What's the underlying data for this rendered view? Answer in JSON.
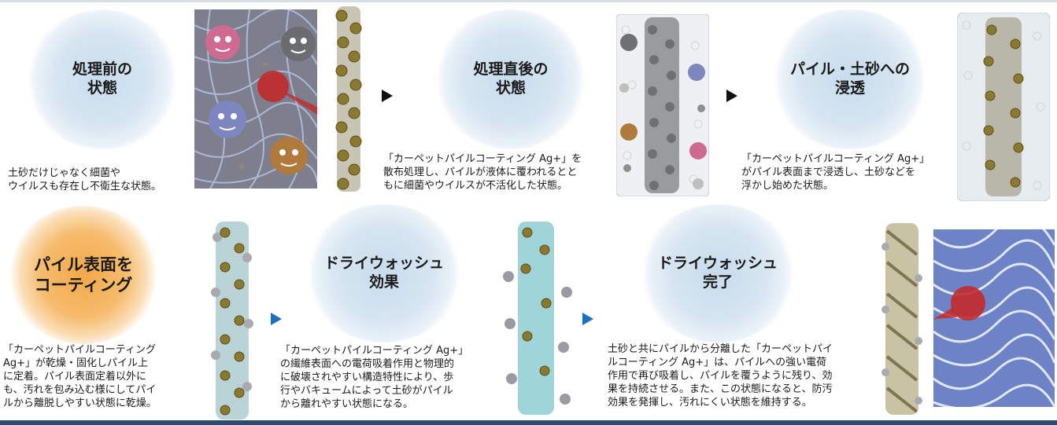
{
  "steps": [
    {
      "title_line1": "処理前の",
      "title_line2": "状態",
      "caption": "土砂だけじゃなく細菌や\nウイルスも存在し不衛生な状態。"
    },
    {
      "title_line1": "処理直後の",
      "title_line2": "状態",
      "caption": "「カーペットパイルコーティング Ag+」を\n散布処理し、パイルが液体に覆われるとと\nもに細菌やウイルスが不活化した状態。"
    },
    {
      "title_line1": "パイル・土砂への",
      "title_line2": "浸透",
      "caption": "「カーペットパイルコーティング Ag+」\nがパイル表面まで浸透し、土砂などを\n浮かし始めた状態。"
    },
    {
      "title_line1": "パイル表面を",
      "title_line2": "コーティング",
      "caption": "「カーペットパイルコーティング\nAg+」が乾燥・固化しパイル上\nに定着。パイル表面定着以外に\nも、汚れを包み込む様にしてパイ\nルから離脱しやすい状態に乾燥。"
    },
    {
      "title_line1": "ドライウォッシュ",
      "title_line2": "効果",
      "caption": "「カーペットパイルコーティング Ag+」\nの繊維表面への電荷吸着作用と物理的\nに破壊されやすい構造特性により、歩\n行やバキュームによって土砂がパイル\nから離れやすい状態になる。"
    },
    {
      "title_line1": "ドライウォッシュ",
      "title_line2": "完了",
      "caption": "土砂と共にパイルから分離した「カーペットパイ\nルコーティング Ag+」は、パイルへの強い電荷\n作用で再び吸着し、パイルを覆うように残り、効\n果を持続させる。また、この状態になると、防汚\n効果を発揮し、汚れにくい状態を維持する。"
    }
  ],
  "colors": {
    "blue_blob": "#cfe1ee",
    "orange_blob": "#f4a94c",
    "arrow_black": "#111111",
    "arrow_blue": "#1e6fc0",
    "bottom_bar": "#2d4a73"
  }
}
